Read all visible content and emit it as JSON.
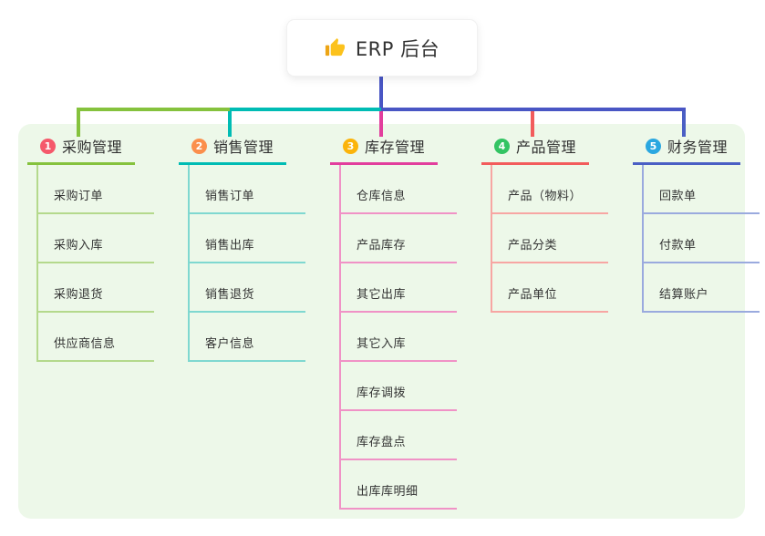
{
  "root": {
    "label": "ERP 后台",
    "icon": "thumbs-up-icon"
  },
  "colors": {
    "panel_bg": "#edf8e9",
    "root_connector": "#4956c4",
    "text": "#333333"
  },
  "branches": [
    {
      "number": "1",
      "label": "采购管理",
      "badge_color": "#f5596b",
      "line_color": "#85c23d",
      "child_line_color": "#b4d98c",
      "children": [
        "采购订单",
        "采购入库",
        "采购退货",
        "供应商信息"
      ]
    },
    {
      "number": "2",
      "label": "销售管理",
      "badge_color": "#fb8f4c",
      "line_color": "#00bcb4",
      "child_line_color": "#7fd8d0",
      "children": [
        "销售订单",
        "销售出库",
        "销售退货",
        "客户信息"
      ]
    },
    {
      "number": "3",
      "label": "库存管理",
      "badge_color": "#fbb40a",
      "line_color": "#e23e9d",
      "child_line_color": "#f092c6",
      "children": [
        "仓库信息",
        "产品库存",
        "其它出库",
        "其它入库",
        "库存调拨",
        "库存盘点",
        "出库库明细"
      ]
    },
    {
      "number": "4",
      "label": "产品管理",
      "badge_color": "#33c463",
      "line_color": "#f25c5c",
      "child_line_color": "#f7a6a3",
      "children": [
        "产品（物料）",
        "产品分类",
        "产品单位"
      ]
    },
    {
      "number": "5",
      "label": "财务管理",
      "badge_color": "#2aa7e0",
      "line_color": "#4a5fc4",
      "child_line_color": "#9aaade",
      "children": [
        "回款单",
        "付款单",
        "结算账户"
      ]
    }
  ]
}
